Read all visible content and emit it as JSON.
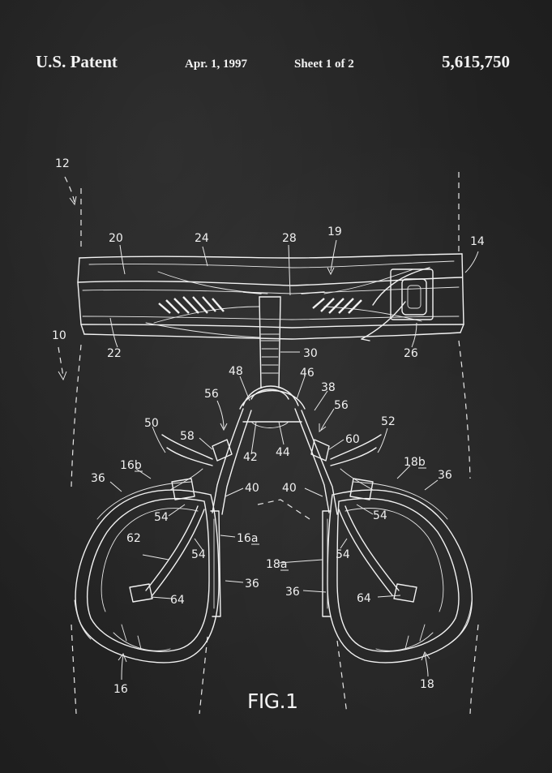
{
  "header": {
    "left": "U.S. Patent",
    "date": "Apr. 1, 1997",
    "sheet": "Sheet 1 of 2",
    "patent_number": "5,615,750"
  },
  "figure": {
    "label": "FIG.1",
    "refs": {
      "r12": "12",
      "r10": "10",
      "r14": "14",
      "r19": "19",
      "r20": "20",
      "r22": "22",
      "r24": "24",
      "r26": "26",
      "r28": "28",
      "r30": "30",
      "r38": "38",
      "r46": "46",
      "r48": "48",
      "r56a": "56",
      "r56b": "56",
      "r50": "50",
      "r52": "52",
      "r58": "58",
      "r60": "60",
      "r42": "42",
      "r44": "44",
      "r36a": "36",
      "r36b": "36",
      "r36c": "36",
      "r36d": "36",
      "r16b": "16b",
      "r18b": "18b",
      "r40a": "40",
      "r40b": "40",
      "r54a": "54",
      "r54b": "54",
      "r54c": "54",
      "r54d": "54",
      "r62": "62",
      "r16a": "16a",
      "r18a": "18a",
      "r64a": "64",
      "r64b": "64",
      "r16": "16",
      "r18": "18"
    }
  },
  "colors": {
    "background": "#232323",
    "ink": "#f2f2f2"
  }
}
